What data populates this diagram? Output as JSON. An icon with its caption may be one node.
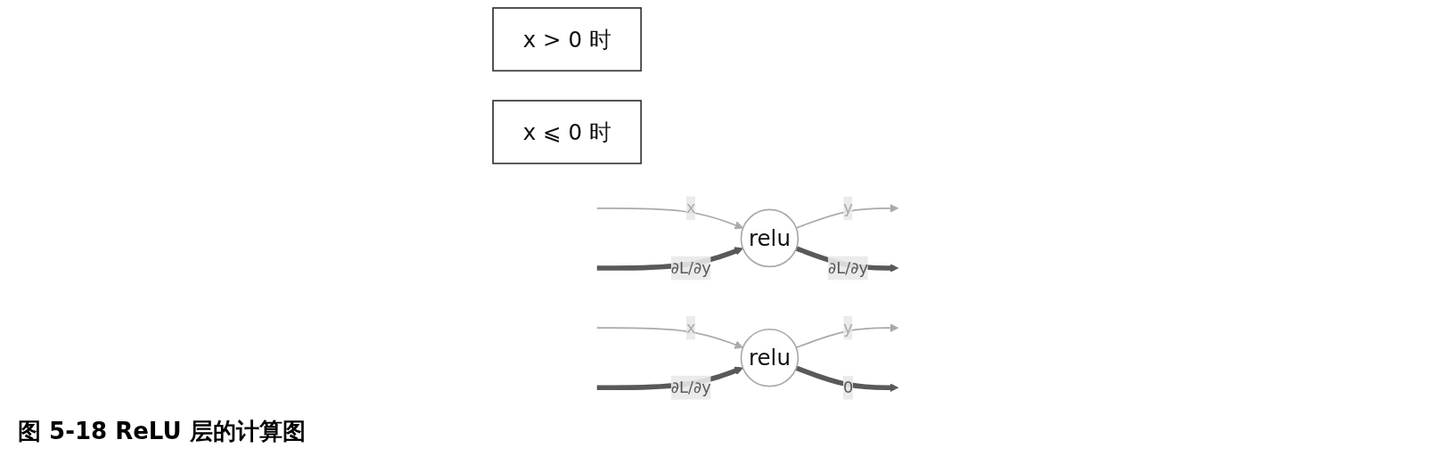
{
  "diagram": {
    "caption": "图 5-18 ReLU 层的计算图",
    "nodes": [
      {
        "text": [
          "x > 0 时"
        ]
      },
      {
        "text": [
          "relu"
        ]
      },
      {
        "text": [
          "x ⩽ 0 时"
        ]
      },
      {
        "text": [
          "relu"
        ]
      }
    ],
    "edges": [
      {
        "from": null,
        "to": 1,
        "arrow": "to",
        "label": "x"
      },
      {
        "from": 1,
        "to": null,
        "arrow": "to",
        "label": "y"
      },
      {
        "from": null,
        "to": 1,
        "arrow": "to",
        "label": "∂L/∂y",
        "style": "thick",
        "color": "#595959"
      },
      {
        "from": 1,
        "to": null,
        "arrow": "to",
        "label": "∂L/∂y",
        "style": "thick",
        "color": "#595959"
      },
      {
        "from": null,
        "to": 3,
        "arrow": "to",
        "label": "x"
      },
      {
        "from": 3,
        "to": null,
        "arrow": "to",
        "label": "y"
      },
      {
        "from": null,
        "to": 3,
        "arrow": "to",
        "label": "∂L/∂y",
        "style": "thick",
        "color": "#595959"
      },
      {
        "from": 3,
        "to": null,
        "arrow": "to",
        "label": "0",
        "style": "thick",
        "color": "#595959"
      }
    ]
  }
}
